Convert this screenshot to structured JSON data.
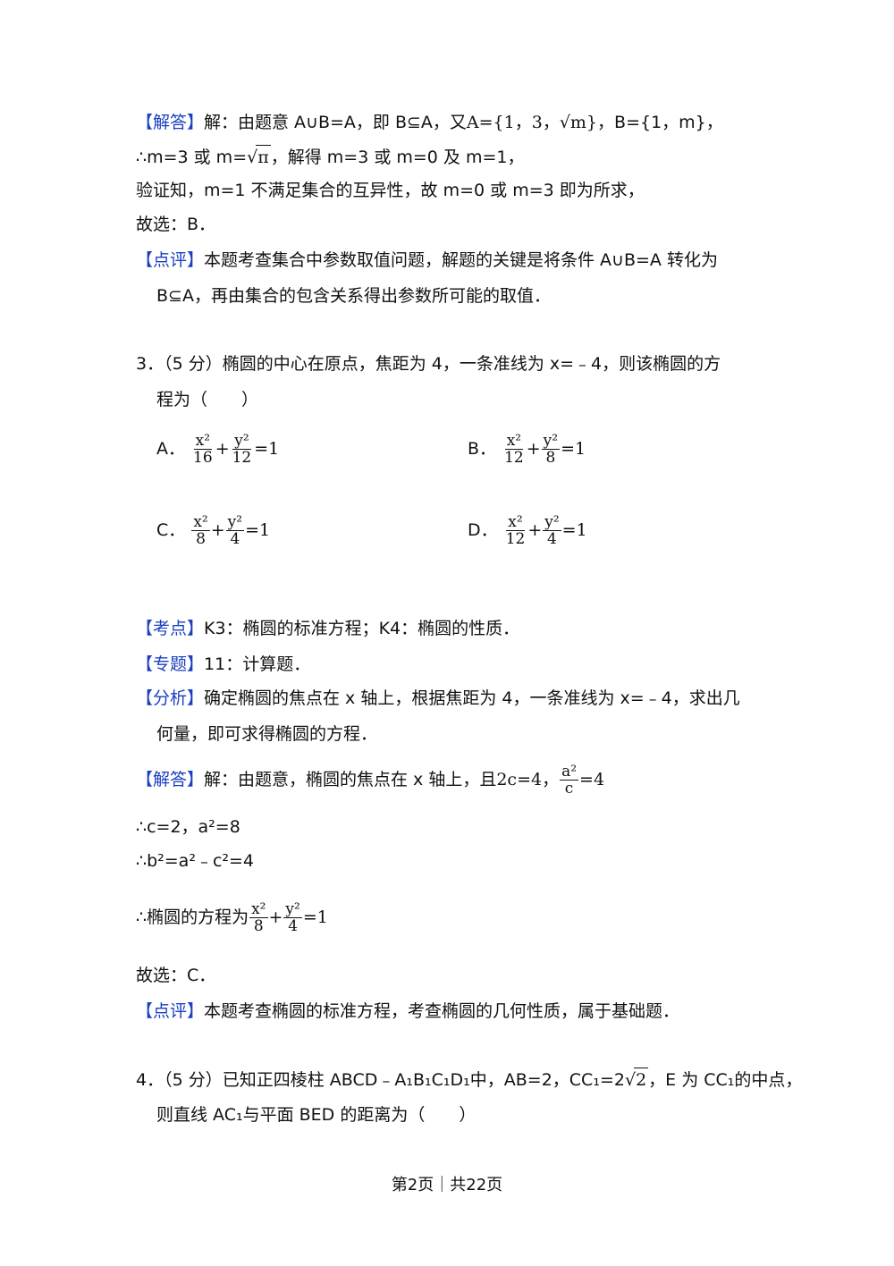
{
  "q2": {
    "jieda_tag": "【解答】",
    "jieda_text_a": "解：由题意 A∪B=A，即 B⊆A，又",
    "jieda_text_b": "A={1，3，√m}",
    "jieda_text_c": "，B={1，m}，",
    "line2_a": "∴m=3 或 m=",
    "line2_sqrt": "π",
    "line2_b": "，解得 m=3 或 m=0 及 m=1，",
    "line3": "验证知，m=1 不满足集合的互异性，故 m=0 或 m=3 即为所求，",
    "line4": "故选：B．",
    "dianping_tag": "【点评】",
    "dianping_text": "本题考查集合中参数取值问题，解题的关键是将条件 A∪B=A 转化为",
    "dianping_text2": "B⊆A，再由集合的包含关系得出参数所可能的取值．"
  },
  "q3": {
    "stem1": "3．（5 分）椭圆的中心在原点，焦距为 4，一条准线为 x=﹣4，则该椭圆的方",
    "stem2": "程为（　　）",
    "options": [
      {
        "label": "A．",
        "n1": "x²",
        "d1": "16",
        "n2": "y²",
        "d2": "12",
        "rhs": "=1"
      },
      {
        "label": "B．",
        "n1": "x²",
        "d1": "12",
        "n2": "y²",
        "d2": "8",
        "rhs": "=1"
      },
      {
        "label": "C．",
        "n1": "x²",
        "d1": "8",
        "n2": "y²",
        "d2": "4",
        "rhs": "=1"
      },
      {
        "label": "D．",
        "n1": "x²",
        "d1": "12",
        "n2": "y²",
        "d2": "4",
        "rhs": "=1"
      }
    ],
    "kaodian_tag": "【考点】",
    "kaodian_text": "K3：椭圆的标准方程；K4：椭圆的性质．",
    "zhuanti_tag": "【专题】",
    "zhuanti_text": "11：计算题．",
    "fenxi_tag": "【分析】",
    "fenxi_text": "确定椭圆的焦点在 x 轴上，根据焦距为 4，一条准线为 x=﹣4，求出几",
    "fenxi_text2": "何量，即可求得椭圆的方程．",
    "jieda_tag": "【解答】",
    "jieda_text": "解：由题意，椭圆的焦点在 x 轴上，且",
    "jieda_eq1": "2c=4，",
    "jieda_frac_n": "a²",
    "jieda_frac_d": "c",
    "jieda_eq2": "=4",
    "step1": "∴c=2，a²=8",
    "step2": "∴b²=a²﹣c²=4",
    "step3": "∴椭圆的方程为",
    "ans_n1": "x²",
    "ans_d1": "8",
    "ans_n2": "y²",
    "ans_d2": "4",
    "ans_rhs": "=1",
    "choose": "故选：C．",
    "dianping_tag": "【点评】",
    "dianping_text": "本题考查椭圆的标准方程，考查椭圆的几何性质，属于基础题．"
  },
  "q4": {
    "stem1_a": "4．（5 分）已知正四棱柱 ABCD﹣A₁B₁C₁D₁中，AB=2，CC₁=2",
    "stem1_sqrt": "2",
    "stem1_b": "，E 为 CC₁的中点，",
    "stem2": "则直线 AC₁与平面 BED 的距离为（　　）"
  },
  "footer": "第2页｜共22页"
}
